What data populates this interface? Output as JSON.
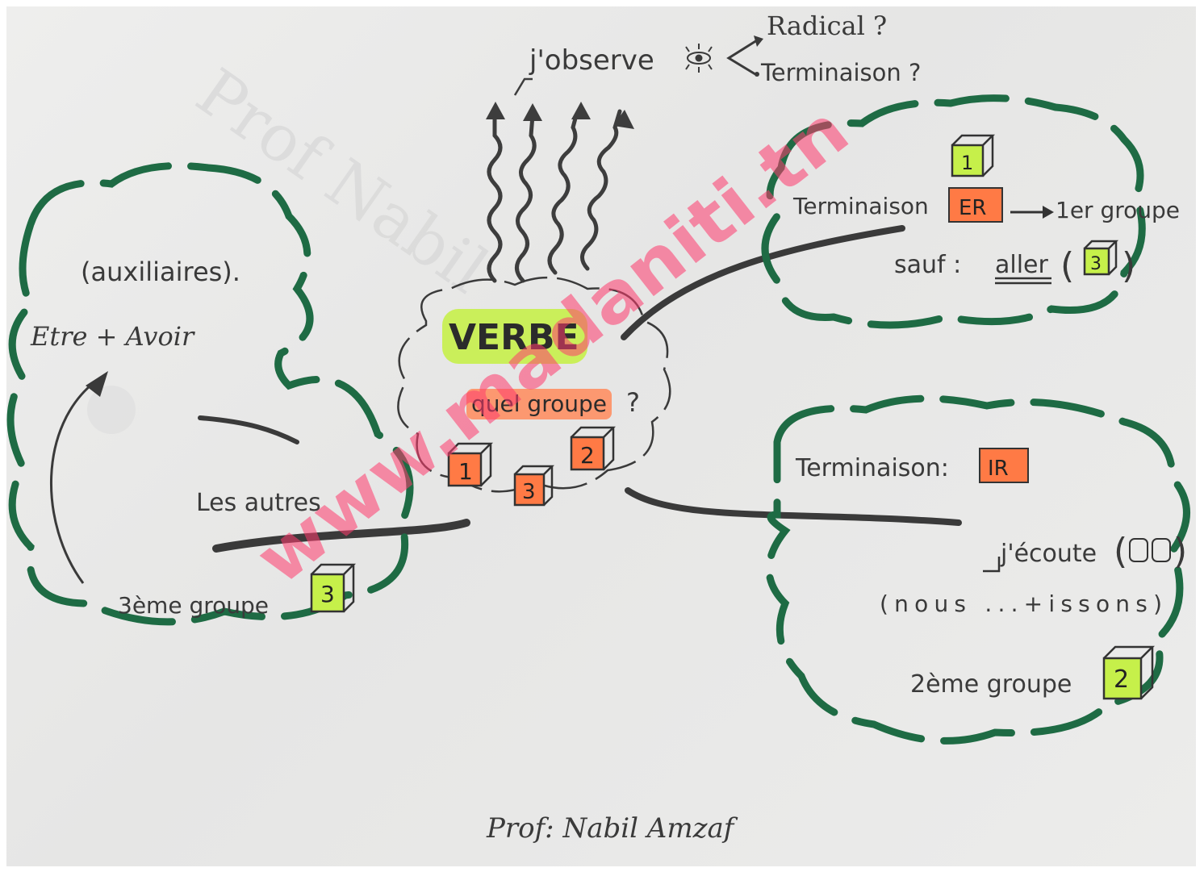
{
  "observe": {
    "label": "j'observe",
    "radical": "Radical ?",
    "terminaison": "Terminaison ?"
  },
  "center": {
    "title": "VERBE",
    "question": "quel groupe",
    "question_mark": "?",
    "boxes": [
      "1",
      "3",
      "2"
    ]
  },
  "group1": {
    "box": "1",
    "terminaison_label": "Terminaison",
    "ending": "ER",
    "group": "1er groupe",
    "except_label": "sauf :",
    "except_verb": "aller",
    "except_box": "3"
  },
  "group2": {
    "terminaison_label": "Terminaison:",
    "ending": "IR",
    "listen": "j'écoute",
    "nous_rule": "(nous ...+issons)",
    "group": "2ème groupe",
    "box": "2"
  },
  "group3": {
    "auxiliaires": "(auxiliaires).",
    "etre_avoir": "Etre + Avoir",
    "others": "Les autres",
    "group": "3ème groupe",
    "box": "3"
  },
  "signature": "Prof: Nabil Amzaf",
  "watermarks": {
    "url": "www.madaniti.tn",
    "prof": "Prof Nabil"
  },
  "colors": {
    "cloud_green": "#1e6b44",
    "ink": "#3a3a3a",
    "highlight_green": "#c6f04a",
    "highlight_orange": "#ff7a45",
    "watermark_pink": "#ff3b6e"
  }
}
